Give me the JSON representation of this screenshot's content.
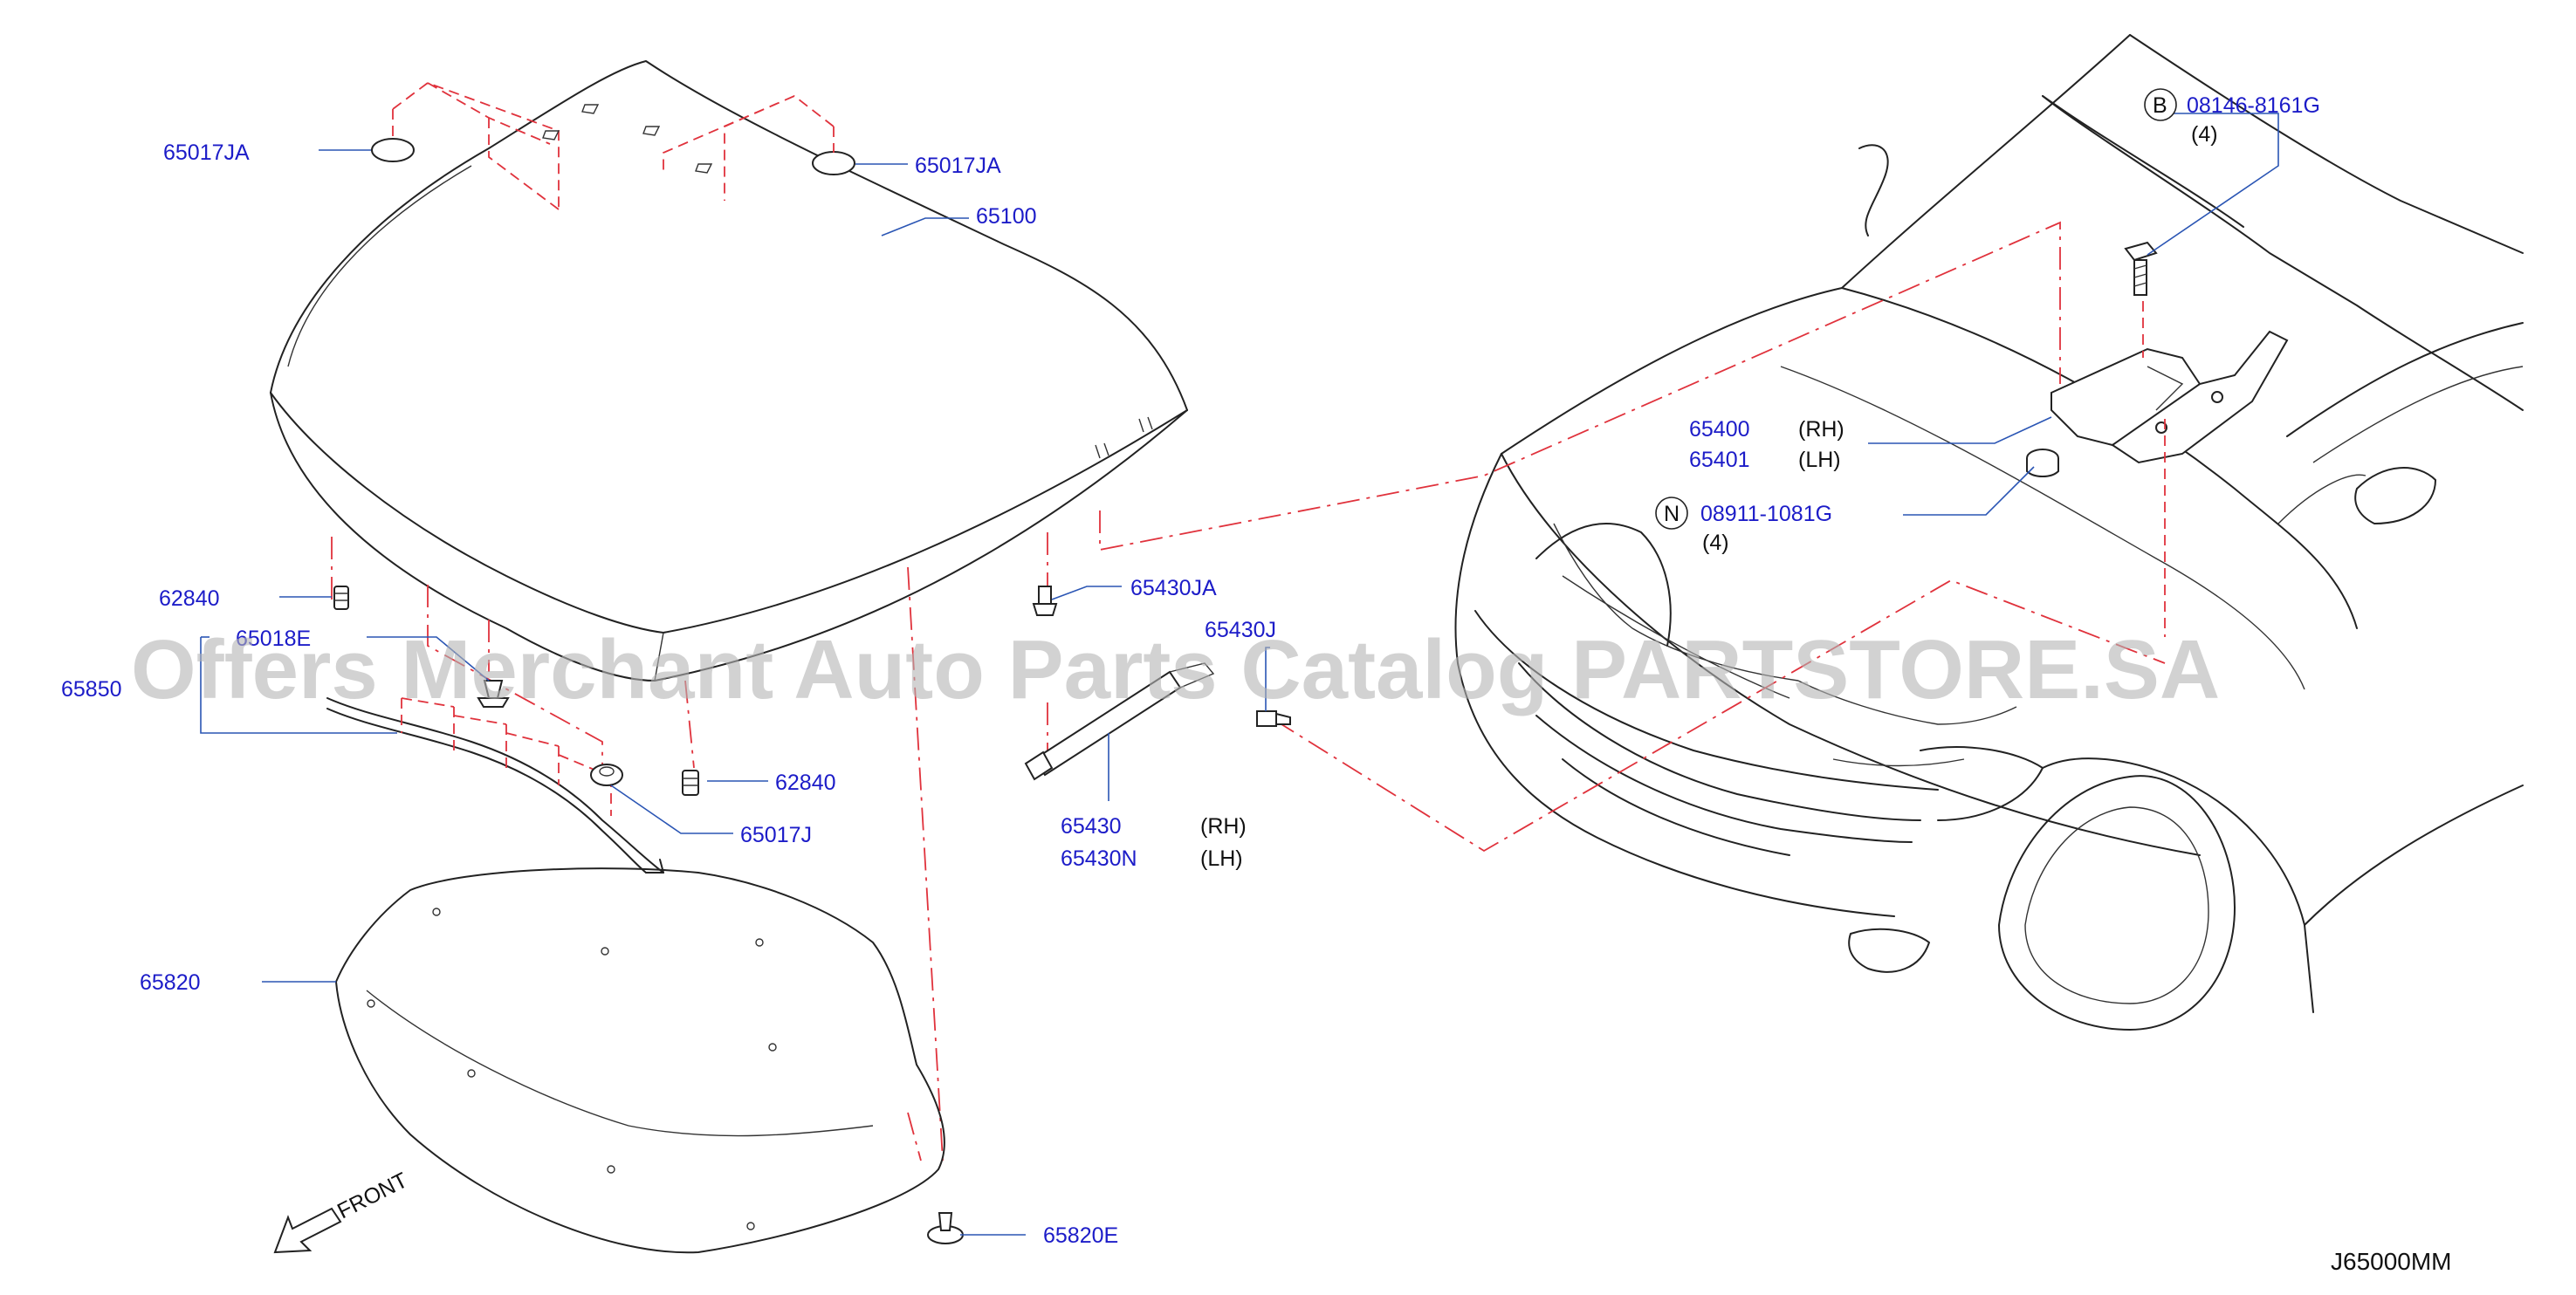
{
  "watermark": "Offers Merchant Auto Parts Catalog PARTSTORE.SA",
  "diagram_code": "J65000MM",
  "front_label": "FRONT",
  "labels": {
    "p65017JA_left": "65017JA",
    "p65017JA_right": "65017JA",
    "p65100": "65100",
    "p62840_top": "62840",
    "p65018E": "65018E",
    "p65850": "65850",
    "p62840_bottom": "62840",
    "p65017J": "65017J",
    "p65820": "65820",
    "p65820E": "65820E",
    "p65430JA": "65430JA",
    "p65430J": "65430J",
    "p65430": "65430",
    "p65430N": "65430N",
    "p65430_side": "(RH)",
    "p65430N_side": "(LH)",
    "p65400": "65400",
    "p65401": "65401",
    "p65400_side": "(RH)",
    "p65401_side": "(LH)",
    "b_marker": "B",
    "b_part": "08146-8161G",
    "b_qty": "(4)",
    "n_marker": "N",
    "n_part": "08911-1081G",
    "n_qty": "(4)"
  },
  "colors": {
    "label": "#1c1cc8",
    "leader": "#2a55b4",
    "dashed": "#e0323c",
    "line": "#222222"
  }
}
